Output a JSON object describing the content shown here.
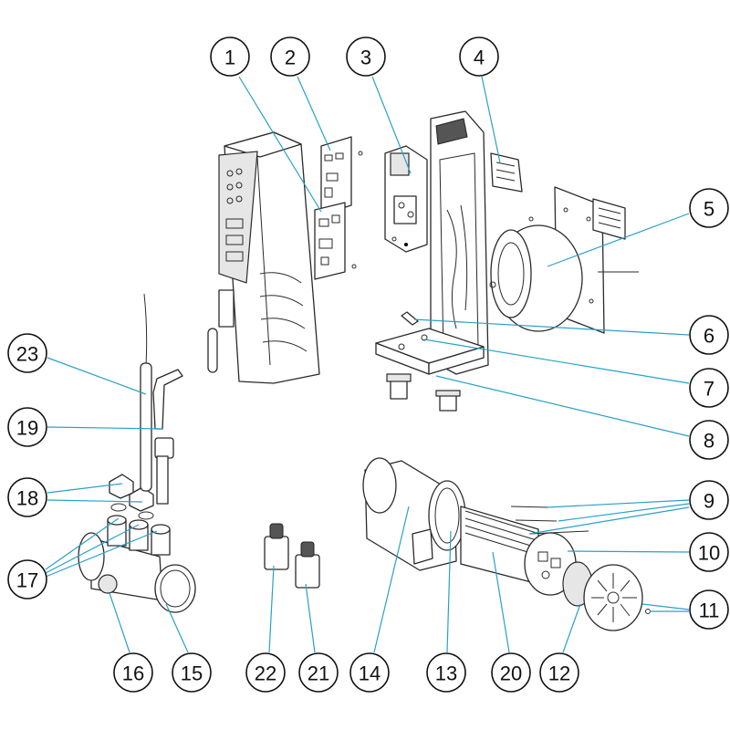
{
  "callouts": [
    {
      "label": "1"
    },
    {
      "label": "2"
    },
    {
      "label": "3"
    },
    {
      "label": "4"
    },
    {
      "label": "5"
    },
    {
      "label": "6"
    },
    {
      "label": "7"
    },
    {
      "label": "8"
    },
    {
      "label": "9"
    },
    {
      "label": "10"
    },
    {
      "label": "11"
    },
    {
      "label": "12"
    },
    {
      "label": "13"
    },
    {
      "label": "14"
    },
    {
      "label": "15"
    },
    {
      "label": "16"
    },
    {
      "label": "17"
    },
    {
      "label": "18"
    },
    {
      "label": "19"
    },
    {
      "label": "20"
    },
    {
      "label": "21"
    },
    {
      "label": "22"
    },
    {
      "label": "23"
    }
  ],
  "colors": {
    "leader": "#2aa1c6",
    "outline": "#2a2a2a"
  }
}
